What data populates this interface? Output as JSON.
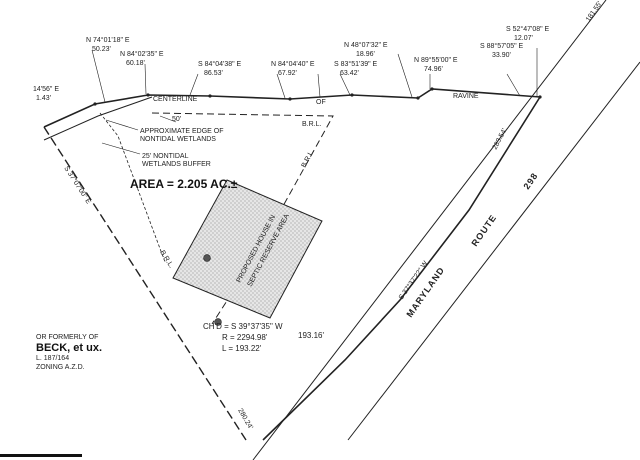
{
  "parcel": {
    "area": "AREA = 2.205 AC.±",
    "house_label_1": "PROPOSED HOUSE IN",
    "house_label_2": "SEPTIC RESERVE AREA"
  },
  "road": {
    "name_1": "MARYLAND",
    "name_2": "ROUTE",
    "number": "298",
    "frontage_bearing": "S 37°37'22\" W",
    "frontage_dist": "283.54'",
    "dist_top": "181.55'",
    "dist_bottom": "280.24'"
  },
  "stream": {
    "centerline": "CENTERLINE",
    "of": "OF",
    "ravine": "RAVINE"
  },
  "wetlands": {
    "edge_1": "APPROXIMATE EDGE OF",
    "edge_2": "NONTIDAL WETLANDS",
    "buffer_1": "25' NONTIDAL",
    "buffer_2": "WETLANDS BUFFER"
  },
  "setbacks": {
    "brl": "B.R.L.",
    "brl_2": "B.R.L.",
    "brl_3": "B.R.L.",
    "fifty": "50'"
  },
  "courses": [
    {
      "bearing": "N 74°01'18\" E",
      "distance": "50.23'"
    },
    {
      "bearing": "N 84°02'35\" E",
      "distance": "60.18'"
    },
    {
      "bearing": "S 84°04'38\" E",
      "distance": "86.53'"
    },
    {
      "bearing": "N 84°04'40\" E",
      "distance": "67.92'"
    },
    {
      "bearing": "S 83°51'39\" E",
      "distance": "63.42'"
    },
    {
      "bearing": "N 48°07'32\" E",
      "distance": "18.96'"
    },
    {
      "bearing": "N 89°55'00\" E",
      "distance": "74.96'"
    },
    {
      "bearing": "S 88°57'05\" E",
      "distance": "33.90'"
    },
    {
      "bearing": "S 52°47'08\" E",
      "distance": "12.07'"
    }
  ],
  "partial_course": {
    "bearing": "14'56\" E",
    "distance": "1.43'"
  },
  "west_line": {
    "bearing": "S 37°07'00\" E",
    "dist": "193.16'"
  },
  "curve": {
    "chord": "CH'D = S 39°37'35\" W",
    "radius": "R = 2294.98'",
    "length": "L = 193.22'"
  },
  "owner": {
    "line1": "OR FORMERLY OF",
    "line2": "BECK, et ux.",
    "line3": "L. 187/164",
    "line4": "ZONING A.Z.D."
  }
}
